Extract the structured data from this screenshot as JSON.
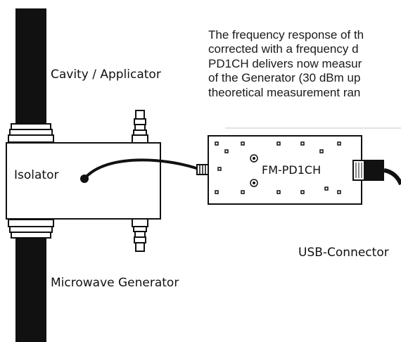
{
  "description_lines": [
    "The frequency response of th",
    "corrected with a frequency d",
    "PD1CH delivers now measur",
    "of the Generator (30 dBm up",
    "theoretical measurement ran"
  ],
  "labels": {
    "cavity": "Cavity / Applicator",
    "isolator": "Isolator",
    "generator": "Microwave Generator",
    "device": "FM-PD1CH",
    "usb": "USB-Connector"
  },
  "colors": {
    "waveguide": "#111111",
    "stroke": "#111111",
    "divider": "#d8d8d8"
  }
}
